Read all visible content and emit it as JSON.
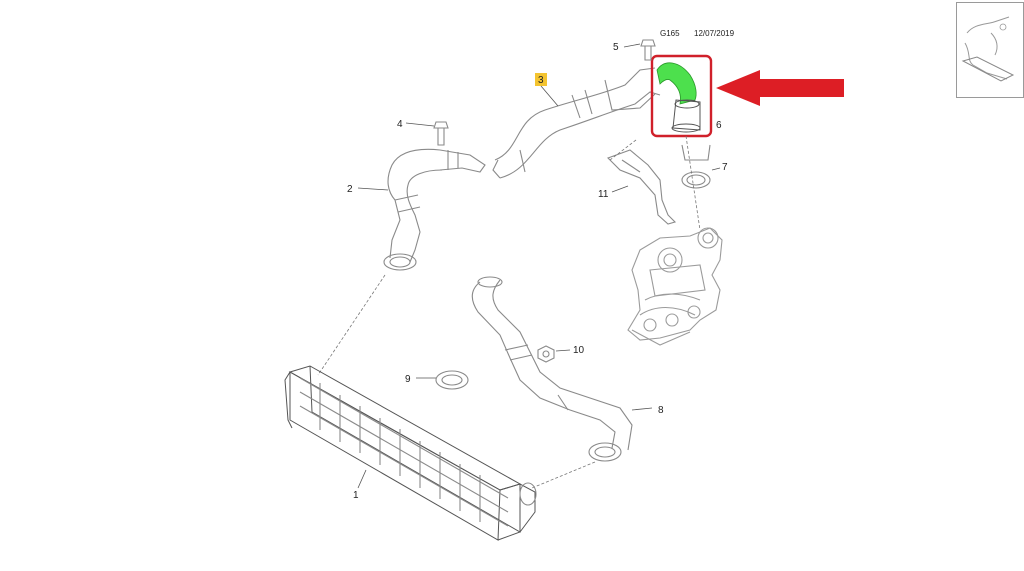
{
  "header": {
    "code": "G165",
    "date": "12/07/2019"
  },
  "callouts": [
    {
      "id": "1",
      "label": "1"
    },
    {
      "id": "2",
      "label": "2"
    },
    {
      "id": "3",
      "label": "3",
      "highlighted": true
    },
    {
      "id": "4",
      "label": "4"
    },
    {
      "id": "5",
      "label": "5"
    },
    {
      "id": "6",
      "label": "6"
    },
    {
      "id": "7",
      "label": "7"
    },
    {
      "id": "8",
      "label": "8"
    },
    {
      "id": "9",
      "label": "9"
    },
    {
      "id": "10",
      "label": "10"
    },
    {
      "id": "11",
      "label": "11"
    }
  ],
  "colors": {
    "highlight_part": "#4de04d",
    "highlight_box": "#d0202a",
    "arrow": "#dd1e25",
    "callout_3_bg": "#f4c430"
  },
  "icons": {
    "pointer": "red-arrow-icon",
    "thumbnail": "overview-thumbnail"
  }
}
